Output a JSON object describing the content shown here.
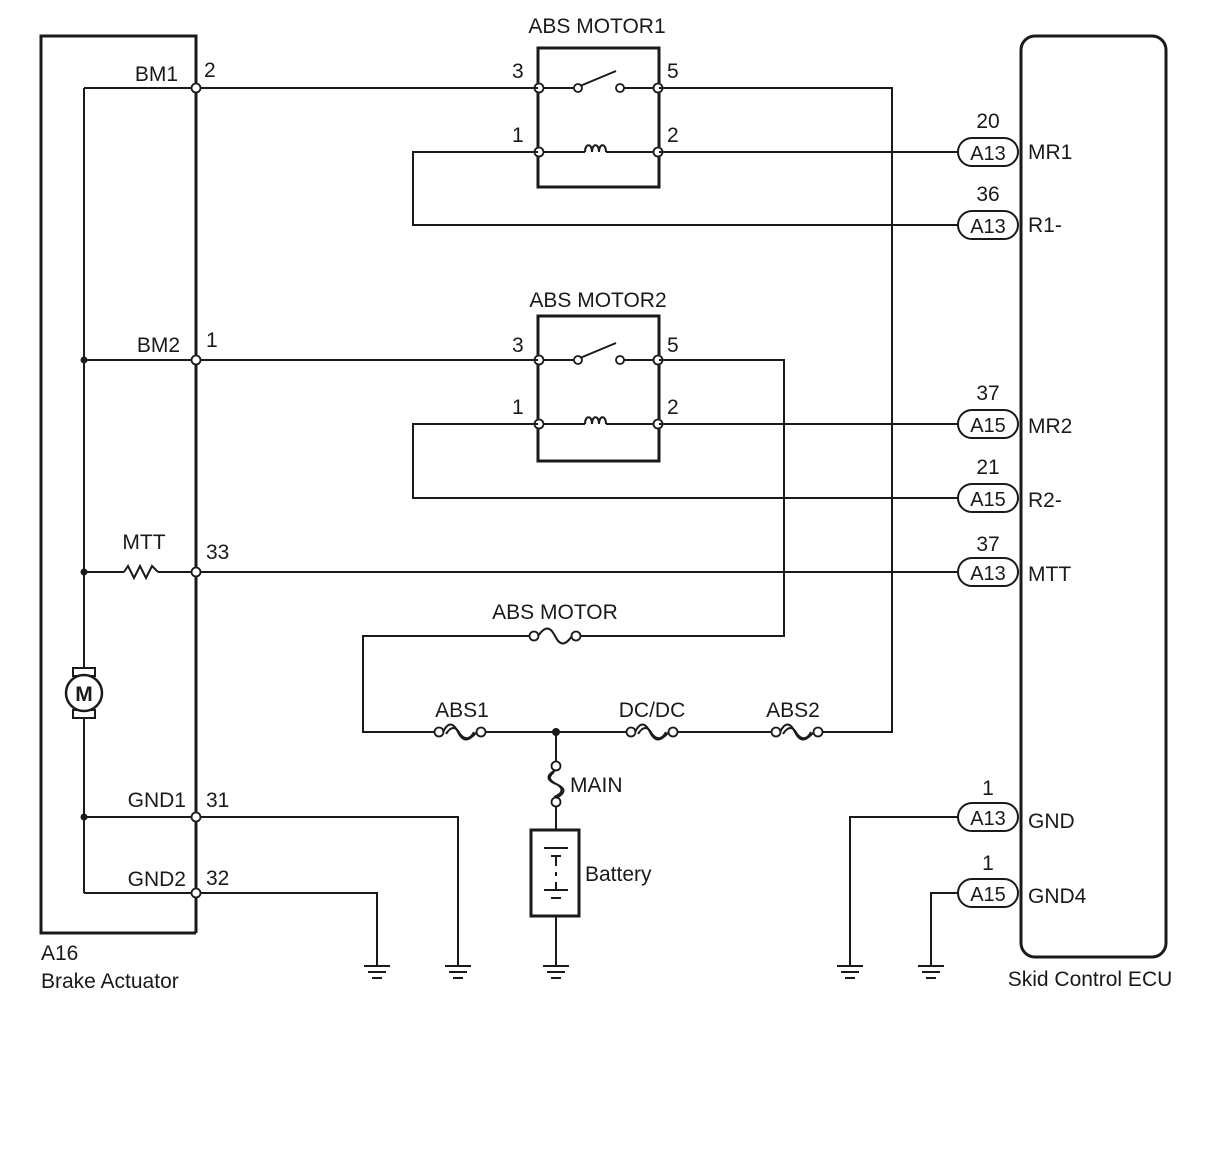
{
  "brake_actuator": {
    "id": "A16",
    "name": "Brake Actuator",
    "terminals": {
      "bm1": "BM1",
      "bm2": "BM2",
      "mtt": "MTT",
      "gnd1": "GND1",
      "gnd2": "GND2"
    },
    "pins": {
      "bm1": "2",
      "bm2": "1",
      "mtt": "33",
      "gnd1": "31",
      "gnd2": "32"
    },
    "motor_symbol": "M"
  },
  "relays": {
    "motor1": {
      "title": "ABS MOTOR1",
      "pin3": "3",
      "pin5": "5",
      "pin1": "1",
      "pin2": "2"
    },
    "motor2": {
      "title": "ABS MOTOR2",
      "pin3": "3",
      "pin5": "5",
      "pin1": "1",
      "pin2": "2"
    }
  },
  "fuses": {
    "abs_motor": "ABS MOTOR",
    "abs1": "ABS1",
    "dcdc": "DC/DC",
    "abs2": "ABS2",
    "main": "MAIN"
  },
  "battery": {
    "label": "Battery"
  },
  "ecu": {
    "name": "Skid Control ECU",
    "connectors": [
      {
        "pin": "20",
        "connector": "A13",
        "terminal": "MR1"
      },
      {
        "pin": "36",
        "connector": "A13",
        "terminal": "R1-"
      },
      {
        "pin": "37",
        "connector": "A15",
        "terminal": "MR2"
      },
      {
        "pin": "21",
        "connector": "A15",
        "terminal": "R2-"
      },
      {
        "pin": "37",
        "connector": "A13",
        "terminal": "MTT"
      },
      {
        "pin": "1",
        "connector": "A13",
        "terminal": "GND"
      },
      {
        "pin": "1",
        "connector": "A15",
        "terminal": "GND4"
      }
    ]
  },
  "colors": {
    "line": "#1a1a1a",
    "background": "#ffffff"
  }
}
